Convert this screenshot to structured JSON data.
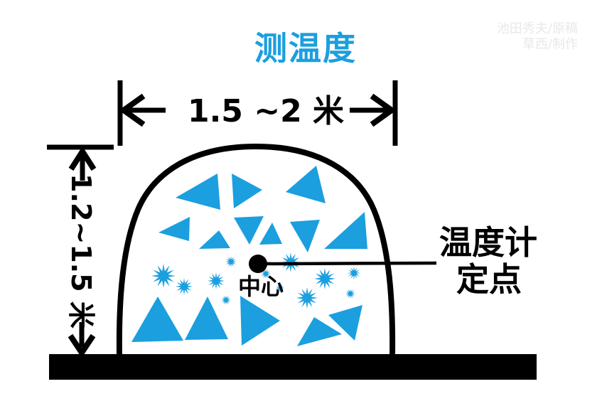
{
  "colors": {
    "accent": "#1B9FDE",
    "ink": "#000000",
    "watermark": "#E9E9E9",
    "background": "#FFFFFF"
  },
  "title": {
    "text": "测温度"
  },
  "watermark": {
    "line1": "池田秀夫/原稿",
    "line2": "草西/制作"
  },
  "dimensions": {
    "width_label": "1.5 ~2 米",
    "height_label": "1.2~1.5 米"
  },
  "pile": {
    "center_label": "中心",
    "pointer_label_line1": "温度计",
    "pointer_label_line2": "定点"
  },
  "shapes": {
    "triangles": [
      [
        247,
        278,
        306,
        244,
        310,
        295
      ],
      [
        326,
        244,
        329,
        293,
        369,
        267
      ],
      [
        445,
        233,
        402,
        270,
        458,
        286
      ],
      [
        223,
        327,
        267,
        305,
        266,
        339
      ],
      [
        308,
        324,
        280,
        350,
        324,
        349
      ],
      [
        329,
        306,
        371,
        304,
        351,
        344
      ],
      [
        383,
        313,
        365,
        344,
        397,
        343
      ],
      [
        408,
        312,
        450,
        309,
        433,
        355
      ],
      [
        513,
        298,
        456,
        350,
        517,
        350
      ],
      [
        222,
        417,
        185,
        481,
        258,
        479
      ],
      [
        292,
        417,
        260,
        478,
        321,
        477
      ],
      [
        338,
        416,
        340,
        486,
        394,
        451
      ],
      [
        442,
        446,
        418,
        487,
        481,
        470
      ],
      [
        510,
        429,
        462,
        443,
        499,
        479
      ]
    ],
    "stars": [
      [
        325,
        368,
        8
      ],
      [
        230,
        388,
        17
      ],
      [
        259,
        403,
        12
      ],
      [
        304,
        395,
        12
      ],
      [
        374,
        385,
        7
      ],
      [
        409,
        369,
        14
      ],
      [
        457,
        392,
        15
      ],
      [
        498,
        384,
        9
      ],
      [
        318,
        422,
        7
      ],
      [
        394,
        405,
        6
      ],
      [
        432,
        419,
        15
      ],
      [
        493,
        413,
        7
      ]
    ]
  }
}
